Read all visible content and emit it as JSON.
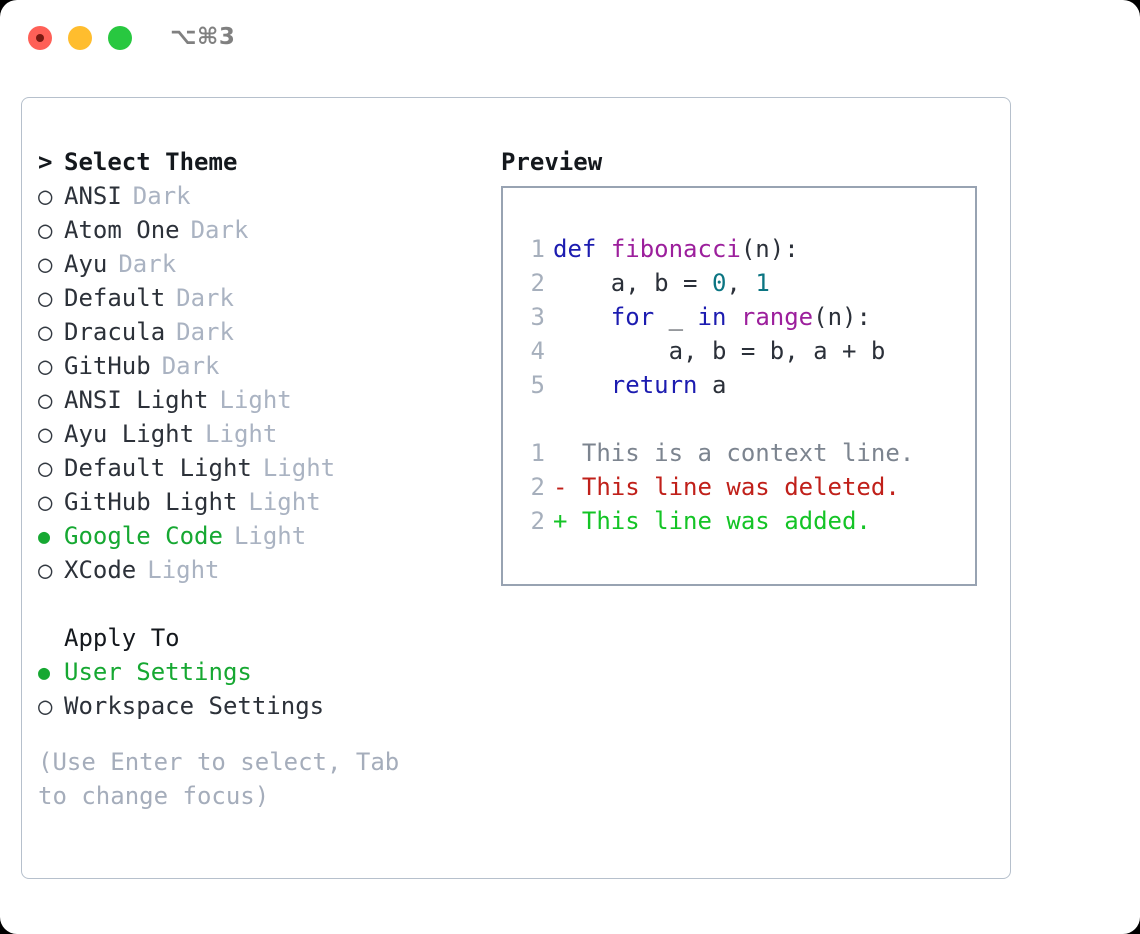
{
  "window": {
    "shortcut_label": "⌥⌘3",
    "traffic_lights": [
      {
        "name": "close",
        "color": "#ff6057"
      },
      {
        "name": "minimize",
        "color": "#ffbd2e"
      },
      {
        "name": "zoom",
        "color": "#28c840"
      }
    ]
  },
  "theme_picker": {
    "header_marker": ">",
    "header_label": "Select Theme",
    "selected_theme": "Google Code",
    "items": [
      {
        "marker": "○",
        "label": "ANSI",
        "variant": "Dark",
        "selected": false
      },
      {
        "marker": "○",
        "label": "Atom One",
        "variant": "Dark",
        "selected": false
      },
      {
        "marker": "○",
        "label": "Ayu",
        "variant": "Dark",
        "selected": false
      },
      {
        "marker": "○",
        "label": "Default",
        "variant": "Dark",
        "selected": false
      },
      {
        "marker": "○",
        "label": "Dracula",
        "variant": "Dark",
        "selected": false
      },
      {
        "marker": "○",
        "label": "GitHub",
        "variant": "Dark",
        "selected": false
      },
      {
        "marker": "○",
        "label": "ANSI Light",
        "variant": "Light",
        "selected": false
      },
      {
        "marker": "○",
        "label": "Ayu Light",
        "variant": "Light",
        "selected": false
      },
      {
        "marker": "○",
        "label": "Default Light",
        "variant": "Light",
        "selected": false
      },
      {
        "marker": "○",
        "label": "GitHub Light",
        "variant": "Light",
        "selected": false
      },
      {
        "marker": "●",
        "label": "Google Code",
        "variant": "Light",
        "selected": true
      },
      {
        "marker": "○",
        "label": "XCode",
        "variant": "Light",
        "selected": false
      }
    ]
  },
  "apply_to": {
    "header_label": "Apply To",
    "selected_option": "User Settings",
    "items": [
      {
        "marker": "●",
        "label": "User Settings",
        "selected": true
      },
      {
        "marker": "○",
        "label": "Workspace Settings",
        "selected": false
      }
    ]
  },
  "hint": "(Use Enter to select, Tab to change focus)",
  "preview": {
    "title": "Preview",
    "code_lines": [
      {
        "no": "1",
        "tokens": [
          {
            "t": "def",
            "c": "kw"
          },
          {
            "t": " ",
            "c": "plain"
          },
          {
            "t": "fibonacci",
            "c": "fn"
          },
          {
            "t": "(n):",
            "c": "plain"
          }
        ]
      },
      {
        "no": "2",
        "tokens": [
          {
            "t": "    a, b = ",
            "c": "plain"
          },
          {
            "t": "0",
            "c": "num"
          },
          {
            "t": ", ",
            "c": "plain"
          },
          {
            "t": "1",
            "c": "num"
          }
        ]
      },
      {
        "no": "3",
        "tokens": [
          {
            "t": "    ",
            "c": "plain"
          },
          {
            "t": "for",
            "c": "kw"
          },
          {
            "t": " _ ",
            "c": "plain"
          },
          {
            "t": "in",
            "c": "kw"
          },
          {
            "t": " ",
            "c": "plain"
          },
          {
            "t": "range",
            "c": "fn"
          },
          {
            "t": "(n):",
            "c": "plain"
          }
        ]
      },
      {
        "no": "4",
        "tokens": [
          {
            "t": "        a, b = b, a + b",
            "c": "plain"
          }
        ]
      },
      {
        "no": "5",
        "tokens": [
          {
            "t": "    ",
            "c": "plain"
          },
          {
            "t": "return",
            "c": "kw"
          },
          {
            "t": " a",
            "c": "plain"
          }
        ]
      }
    ],
    "diff_lines": [
      {
        "no": "1",
        "text": "  This is a context line.",
        "kind": "ctx"
      },
      {
        "no": "2",
        "text": "- This line was deleted.",
        "kind": "del"
      },
      {
        "no": "2",
        "text": "+ This line was added.",
        "kind": "add"
      }
    ]
  },
  "colors": {
    "accent_green": "#16a832",
    "muted": "#aab3c2",
    "hint": "#a5adbb",
    "keyword": "#1c1cb0",
    "function": "#9c1f9c",
    "number": "#0b7582",
    "diff_context": "#7c848f",
    "diff_deleted": "#c0201a",
    "diff_added": "#14c426",
    "panel_border": "#b6c0cc",
    "preview_border": "#98a3b2"
  }
}
